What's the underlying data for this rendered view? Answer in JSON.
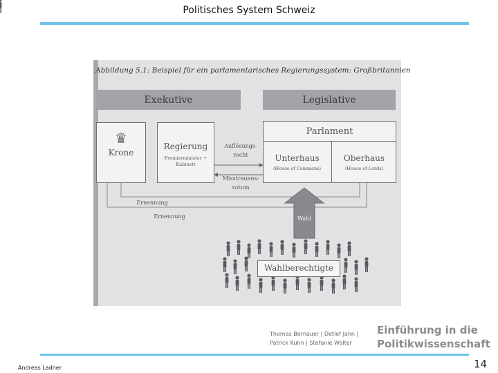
{
  "header": {
    "title": "Politisches System Schweiz"
  },
  "figure": {
    "caption": "Abbildung 5.1: Beispiel für ein parlamentarisches Regierungssystem: Großbritannien",
    "executive_label": "Exekutive",
    "legislative_label": "Legislative",
    "crown_label": "Krone",
    "government_label": "Regierung",
    "government_sub_1": "Premierminister +",
    "government_sub_2": "Kabinett",
    "dissolution_line1": "Auflösungs-",
    "dissolution_line2": "recht",
    "no_confidence_line1": "Misstrauens-",
    "no_confidence_line2": "votum",
    "parliament_label": "Parlament",
    "lower_house_label": "Unterhaus",
    "lower_house_sub": "(House of Commons)",
    "upper_house_label": "Oberhaus",
    "upper_house_sub": "(House of Lords)",
    "appointment_1": "Ernennung",
    "appointment_2": "Ernennung",
    "election_label": "Wahl",
    "voters_label": "Wahlberechtigte"
  },
  "book": {
    "authors_line1": "Thomas Bernauer | Detlef Jahn |",
    "authors_line2": "Patrick Kuhn | Stefanie Walter",
    "title_line1": "Einführung in die",
    "title_line2": "Politikwissenschaft"
  },
  "footer": {
    "author": "Andreas Ladner",
    "page_number": "14"
  }
}
